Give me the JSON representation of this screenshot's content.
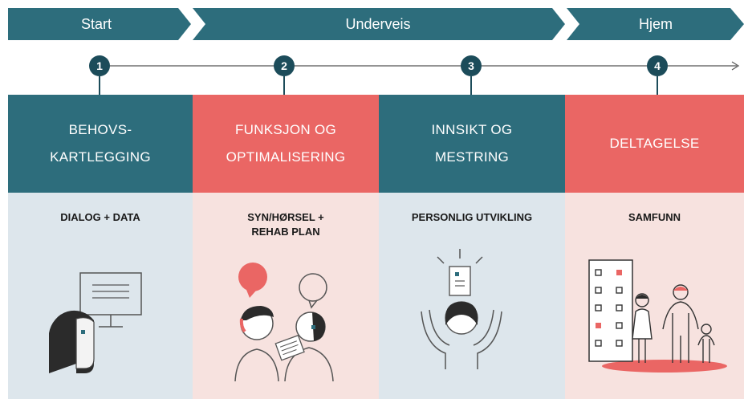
{
  "colors": {
    "teal": "#2d6d7c",
    "dark_teal": "#1c4c5a",
    "coral": "#ea6664",
    "light_blue": "#dde6ec",
    "light_pink": "#f7e2df"
  },
  "phases": [
    {
      "label": "Start"
    },
    {
      "label": "Underveis"
    },
    {
      "label": "Hjem"
    }
  ],
  "steps": [
    {
      "number": "1",
      "title_line1": "BEHOVS-",
      "title_line2": "KARTLEGGING",
      "subtitle_line1": "DIALOG + DATA",
      "subtitle_line2": "",
      "icon": "person-at-computer-icon"
    },
    {
      "number": "2",
      "title_line1": "FUNKSJON OG",
      "title_line2": "OPTIMALISERING",
      "subtitle_line1": "SYN/HØRSEL +",
      "subtitle_line2": "REHAB PLAN",
      "icon": "two-people-conversation-icon"
    },
    {
      "number": "3",
      "title_line1": "INNSIKT OG",
      "title_line2": "MESTRING",
      "subtitle_line1": "PERSONLIG UTVIKLING",
      "subtitle_line2": "",
      "icon": "person-arms-raised-icon"
    },
    {
      "number": "4",
      "title_line1": "DELTAGELSE",
      "title_line2": "",
      "subtitle_line1": "SAMFUNN",
      "subtitle_line2": "",
      "icon": "family-by-building-icon"
    }
  ]
}
